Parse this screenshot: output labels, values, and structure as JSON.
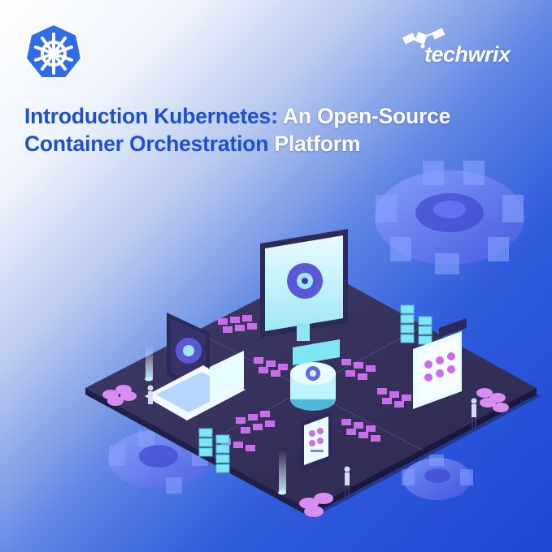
{
  "brand": {
    "name": "techwrix",
    "logo_icon": "kubernetes-helm-icon",
    "satellite_icon": "satellite-icon"
  },
  "headline": {
    "line1_blue": "Introduction Kubernetes:",
    "line1_white": " An Open-Source",
    "line2_blue": "Container Orchestration",
    "line2_white": " Platform"
  },
  "colors": {
    "accent_blue": "#1d4fcf",
    "logo_blue": "#326ce5",
    "platform_dark": "#3a3560",
    "module_pink": "#c86ee8",
    "server_cyan": "#7fe6f4"
  }
}
